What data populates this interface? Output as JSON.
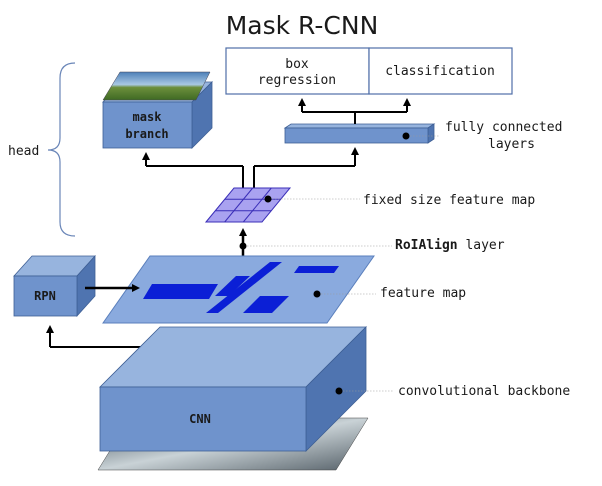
{
  "title": "Mask R-CNN",
  "head_label": "head",
  "boxes": {
    "box_regression_line1": "box",
    "box_regression_line2": "regression",
    "classification": "classification",
    "mask_branch_line1": "mask",
    "mask_branch_line2": "branch",
    "rpn": "RPN",
    "cnn": "CNN"
  },
  "annotations": {
    "fully_connected_line1": "fully connected",
    "fully_connected_line2": "layers",
    "fixed_size_feature_map": "fixed size feature map",
    "roialign_bold": "RoIAlign",
    "roialign_rest": " layer",
    "feature_map": "feature map",
    "convolutional_backbone": "convolutional backbone"
  },
  "colors": {
    "block_face": "#6f93cc",
    "block_top": "#97b4de",
    "block_side": "#4f74b0",
    "feature_plane": "#8aaade",
    "feature_blob": "#0b1fd6",
    "grid_fill": "#a9a2f0",
    "grid_line": "#3b2fb8",
    "outline": "#3e5f95"
  }
}
